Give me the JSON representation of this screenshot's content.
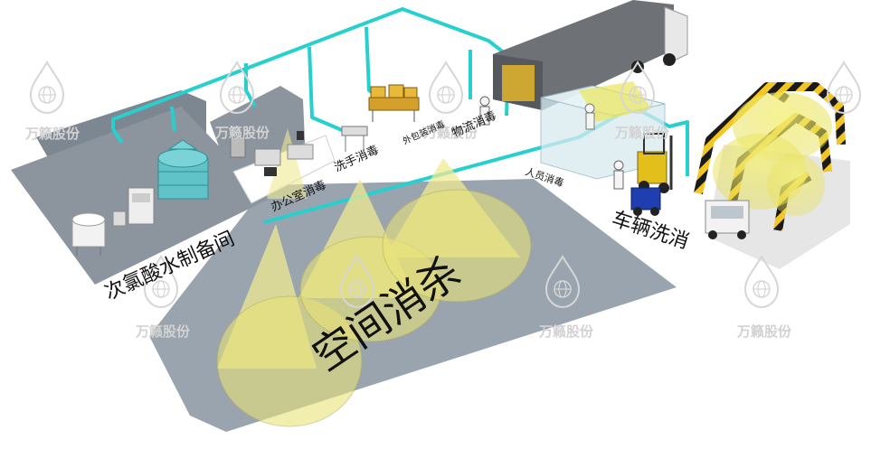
{
  "watermark": {
    "text": "万籁股份",
    "icon": "water-drop-globe-icon"
  },
  "zones": {
    "chlorine_water_prep": {
      "label": "次氯酸水制备间"
    },
    "office_disinfection": {
      "label": "办公室消毒"
    },
    "hand_disinfection": {
      "label": "洗手消毒"
    },
    "outer_packaging_disinfection": {
      "label": "外包装消毒"
    },
    "logistics_disinfection": {
      "label": "物流消毒"
    },
    "personnel_disinfection": {
      "label": "人员消毒"
    },
    "vehicle_wash": {
      "label": "车辆洗消"
    },
    "space_sterilization": {
      "label": "空间消杀"
    }
  },
  "colors": {
    "pipe": "#27d0cf",
    "mist": "#ecec7a",
    "floor_main": "#9aa4ae",
    "floor_left": "#8e97a0",
    "wall_left": "#7d8791",
    "floor_office": "#ffffff",
    "floor_vehicle": "#e6e6e6",
    "hazard_yellow": "#f3c623",
    "hazard_black": "#1a1a1a",
    "tank_teal": "#5fc3c7",
    "truck_gray": "#6e7176",
    "forklift_yellow": "#e2bf1b"
  }
}
